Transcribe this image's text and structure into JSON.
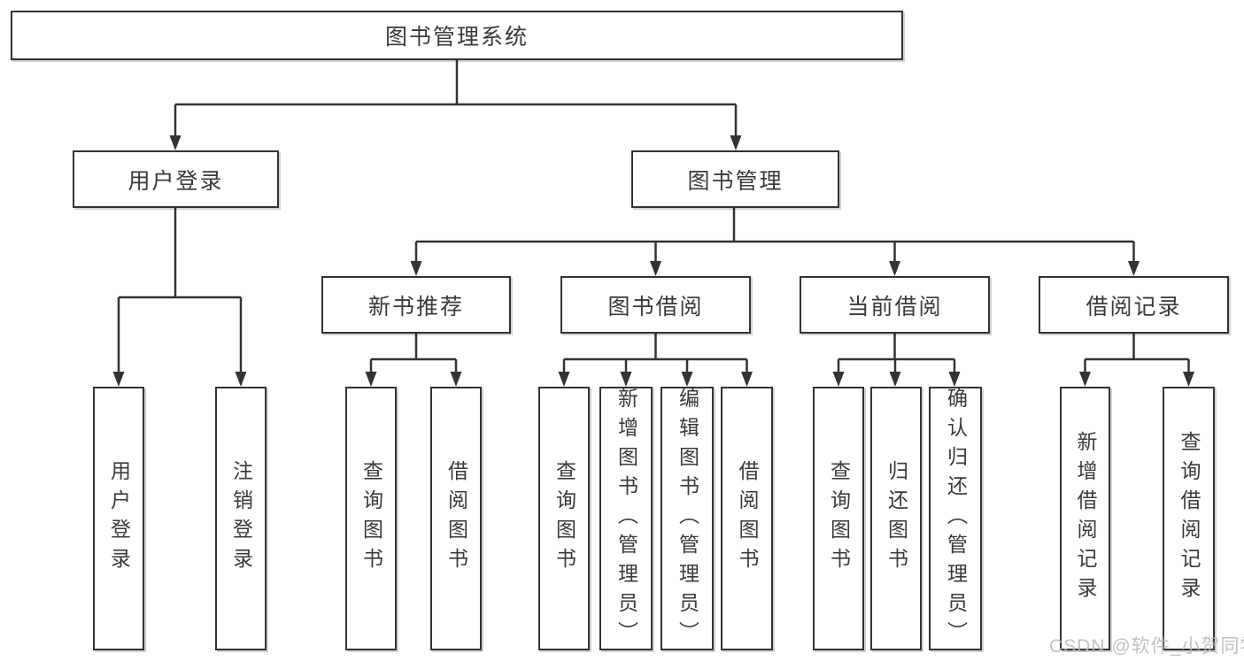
{
  "diagram": {
    "root": "图书管理系统",
    "level2": [
      "用户登录",
      "图书管理"
    ],
    "level3": [
      "新书推荐",
      "图书借阅",
      "当前借阅",
      "借阅记录"
    ],
    "user_login_children": [
      "用户登录",
      "注销登录"
    ],
    "new_books_children": [
      "查询图书",
      "借阅图书"
    ],
    "book_borrow_children": [
      "查询图书",
      "新增图书（管理员）",
      "编辑图书（管理员）",
      "借阅图书"
    ],
    "current_borrow_children": [
      "查询图书",
      "归还图书",
      "确认归还（管理员）"
    ],
    "borrow_records_children": [
      "新增借阅记录",
      "查询借阅记录"
    ]
  },
  "watermark": "CSDN @软件_小贺同学",
  "colors": {
    "line": "#333333",
    "box_border": "#333333",
    "text": "#3a3a3a",
    "background": "#ffffff",
    "watermark": "#b9b9b9"
  }
}
